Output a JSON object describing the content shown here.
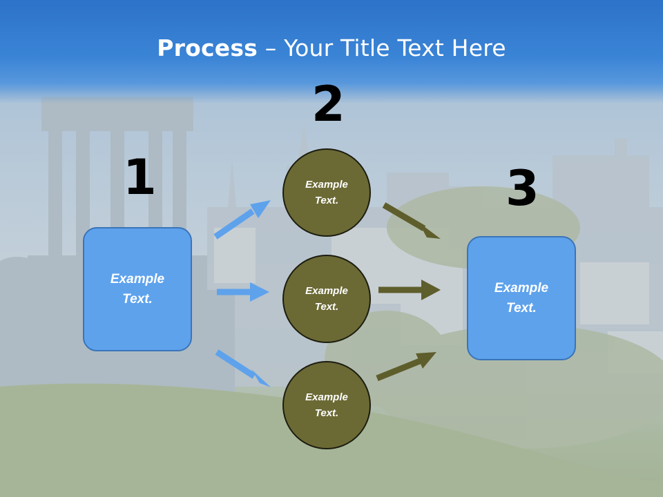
{
  "title": {
    "bold": "Process",
    "rest": " – Your Title Text Here"
  },
  "steps": [
    {
      "number": "1",
      "label_line1": "Example",
      "label_line2": "Text."
    },
    {
      "number": "2"
    },
    {
      "number": "3",
      "label_line1": "Example",
      "label_line2": "Text."
    }
  ],
  "circles": [
    {
      "line1": "Example",
      "line2": "Text."
    },
    {
      "line1": "Example",
      "line2": "Text."
    },
    {
      "line1": "Example",
      "line2": "Text."
    }
  ],
  "colors": {
    "header_blue": "#2d73c9",
    "box_blue": "#5ea2ec",
    "circle_olive": "#6b6a35",
    "arrow_blue": "#5ea2ec",
    "arrow_olive": "#5e5e2c"
  }
}
